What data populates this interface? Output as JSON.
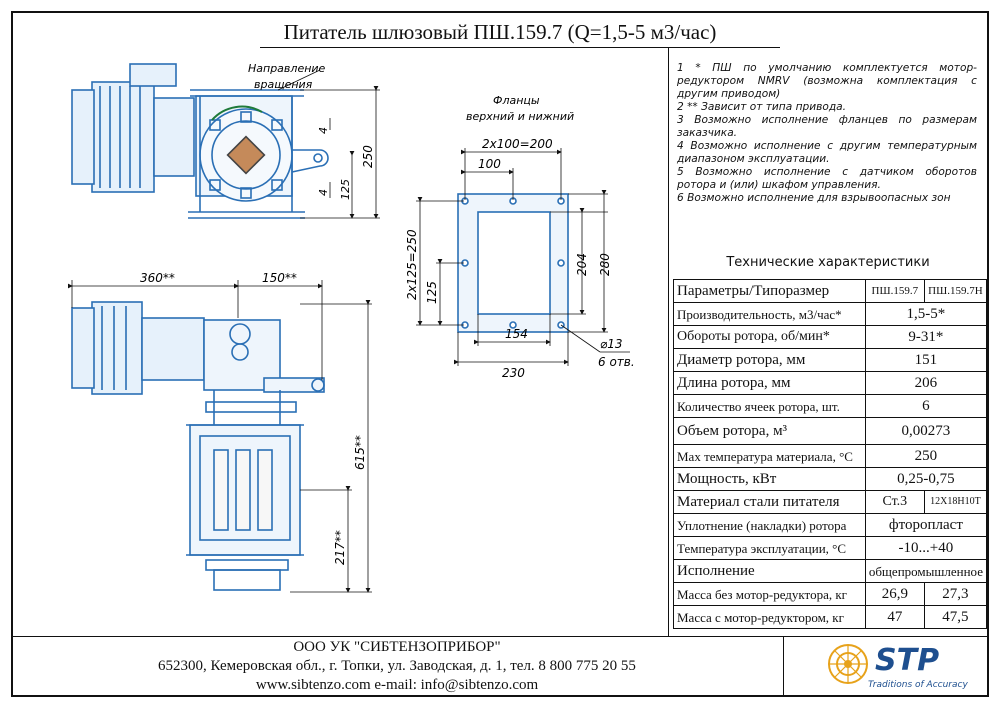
{
  "title": "Питатель шлюзовый ПШ.159.7 (Q=1,5-5 м3/час)",
  "drawing": {
    "rotation_label_1": "Направление",
    "rotation_label_2": "вращения",
    "dim_250": "250",
    "dim_4a": "4",
    "dim_4b": "4",
    "dim_125": "125",
    "dim_360": "360**",
    "dim_150": "150**",
    "dim_615": "615**",
    "dim_217": "217**"
  },
  "flange": {
    "label_1": "Фланцы",
    "label_2": "верхний и нижний",
    "dim_200": "2x100=200",
    "dim_100": "100",
    "dim_2x125": "2x125=250",
    "dim_125": "125",
    "dim_204": "204",
    "dim_280": "280",
    "dim_154": "154",
    "dim_230": "230",
    "dim_hole": "⌀13",
    "dim_holes": "6 отв."
  },
  "notes": [
    "1 *  ПШ по умолчанию комплектуется мотор-редуктором NMRV (возможна комплектация с другим приводом)",
    "2 ** Зависит от типа привода.",
    "3 Возможно исполнение фланцев по размерам заказчика.",
    "4 Возможно исполнение с другим температурным диапазоном эксплуатации.",
    "5 Возможно исполнение с датчиком оборотов ротора и (или) шкафом управления.",
    "6 Возможно исполнение для взрывоопасных зон"
  ],
  "spec": {
    "title": "Технические характеристики",
    "header": {
      "param": "Параметры/Типоразмер",
      "m1": "ПШ.159.7",
      "m2": "ПШ.159.7Н"
    },
    "rows": [
      {
        "label": "Производительность, м3/час*",
        "value": "1,5-5*"
      },
      {
        "label": "Обороты ротора, об/мин*",
        "value": "9-31*"
      },
      {
        "label": "Диаметр ротора, мм",
        "value": "151"
      },
      {
        "label": "Длина ротора, мм",
        "value": "206"
      },
      {
        "label": "Количество ячеек ротора, шт.",
        "value": "6"
      },
      {
        "label": "Объем ротора, м³",
        "value": "0,00273"
      },
      {
        "label": "Мах температура материала, °С",
        "value": "250"
      },
      {
        "label": "Мощность, кВт",
        "value": "0,25-0,75"
      },
      {
        "label": "Материал стали питателя",
        "v1": "Ст.3",
        "v2": "12Х18Н10Т"
      },
      {
        "label": "Уплотнение (накладки) ротора",
        "value": "фторопласт"
      },
      {
        "label": "Температура эксплуатации, °С",
        "value": "-10...+40"
      },
      {
        "label": "Исполнение",
        "value": "общепромышленное"
      },
      {
        "label": "Масса без мотор-редуктора, кг",
        "v1": "26,9",
        "v2": "27,3"
      },
      {
        "label": "Масса с мотор-редуктором, кг",
        "v1": "47",
        "v2": "47,5"
      }
    ]
  },
  "footer": {
    "company": "ООО УК \"СИБТЕНЗОПРИБОР\"",
    "address": "652300, Кемеровская обл., г. Топки, ул. Заводская, д. 1, тел. 8 800 775 20 55",
    "web": "www.sibtenzo.com e-mail: info@sibtenzo.com"
  },
  "logo": {
    "text": "STP",
    "slogan": "Traditions of Accuracy",
    "color": "#1e4f8f"
  }
}
